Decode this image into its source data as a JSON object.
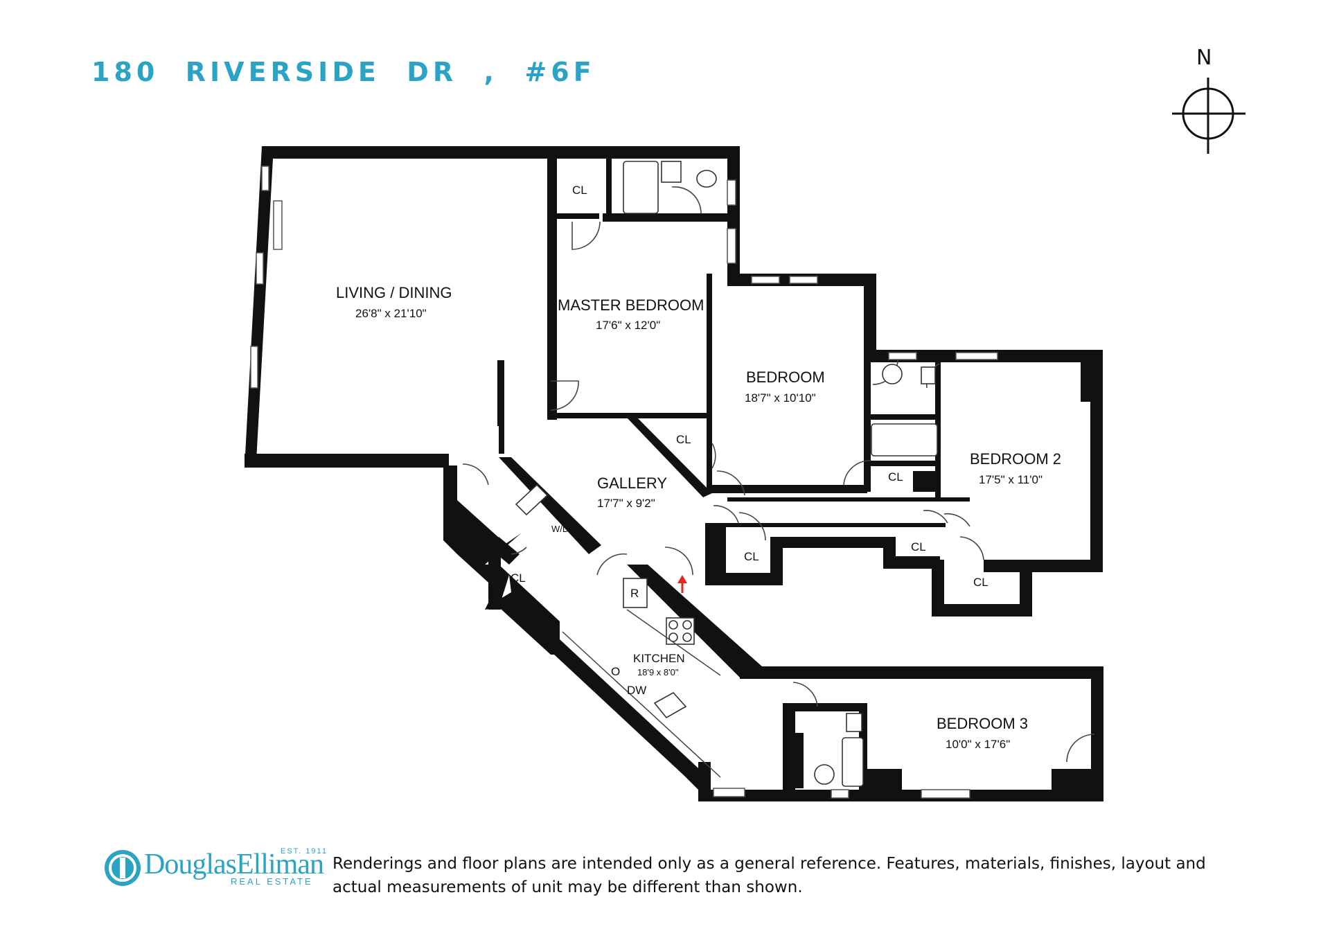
{
  "title": "180  RIVERSIDE  DR  ,  #6F",
  "compass": {
    "label": "N"
  },
  "rooms": {
    "living": {
      "name": "LIVING / DINING",
      "dim": "26'8\" x 21'10\""
    },
    "master": {
      "name": "MASTER BEDROOM",
      "dim": "17'6\" x 12'0\""
    },
    "bedroom": {
      "name": "BEDROOM",
      "dim": "18'7\" x 10'10\""
    },
    "bedroom2": {
      "name": "BEDROOM 2",
      "dim": "17'5\" x 11'0\""
    },
    "gallery": {
      "name": "GALLERY",
      "dim": "17'7\" x 9'2\""
    },
    "kitchen": {
      "name": "KITCHEN",
      "dim": "18'9 x 8'0\""
    },
    "bedroom3": {
      "name": "BEDROOM 3",
      "dim": "10'0\" x 17'6\""
    }
  },
  "labels": {
    "closet": "CL",
    "washer_dryer": "W/D",
    "refrigerator": "R",
    "oven": "O",
    "dishwasher": "DW"
  },
  "colors": {
    "title": "#2aa3c4",
    "wall": "#111111",
    "entry_arrow": "#e0281e"
  },
  "footer": {
    "brand": "DouglasElliman",
    "brand_est": "EST. 1911",
    "brand_sub": "REAL ESTATE",
    "disclaimer": "Renderings and floor plans are intended only as a general reference. Features, materials, finishes, layout and actual measurements of unit may be different than shown."
  }
}
